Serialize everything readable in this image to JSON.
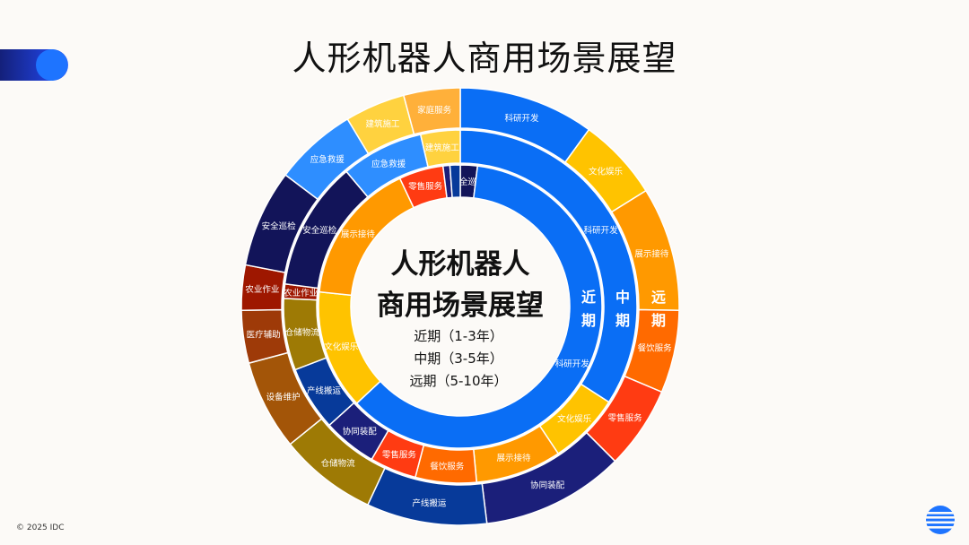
{
  "header": {
    "title": "人形机器人商用场景展望"
  },
  "center": {
    "title_lines": [
      "人形机器人",
      "商用场景展望"
    ],
    "legend": [
      "近期（1-3年）",
      "中期（3-5年）",
      "远期（5-10年）"
    ]
  },
  "ring_labels": {
    "near": "近\n期",
    "mid": "中\n期",
    "far": "远\n期"
  },
  "footer": {
    "copyright": "© 2025 IDC"
  },
  "colors": {
    "blue": "#0A6EF5",
    "light_blue": "#2E8EFF",
    "orange": "#FF9900",
    "yellow": "#FFC300",
    "red": "#FF3B12",
    "navy": "#1B1F7A",
    "dark_navy": "#121459",
    "blue_navy": "#073A9A",
    "olive": "#9E7A05",
    "brown": "#A35508",
    "dark_red": "#9E1700",
    "light_orange": "#FFB03A",
    "light_yellow": "#FFD23F",
    "background": "#FCFAF7"
  },
  "rings": [
    {
      "name": "near",
      "segments": [
        {
          "label": "安全巡检",
          "value": 5,
          "color": "#121459"
        },
        {
          "label": "科研开发",
          "value": 157,
          "color": "#0A6EF5"
        },
        {
          "label": "文化娱乐",
          "value": 35,
          "color": "#FFC300"
        },
        {
          "label": "展示接待",
          "value": 42,
          "color": "#FF9900"
        },
        {
          "label": "零售服务",
          "value": 13,
          "color": "#FF3B12"
        },
        {
          "label": "",
          "value": 2,
          "color": "#1B1F7A"
        },
        {
          "label": "",
          "value": 3,
          "color": "#073A9A"
        }
      ]
    },
    {
      "name": "mid",
      "segments": [
        {
          "label": "科研开发",
          "value": 104,
          "color": "#0A6EF5"
        },
        {
          "label": "文化娱乐",
          "value": 20,
          "color": "#FFC300"
        },
        {
          "label": "展示接待",
          "value": 24,
          "color": "#FF9900"
        },
        {
          "label": "餐饮服务",
          "value": 17,
          "color": "#FF6A00"
        },
        {
          "label": "零售服务",
          "value": 13,
          "color": "#FF3B12"
        },
        {
          "label": "协同装配",
          "value": 15,
          "color": "#1B1F7A"
        },
        {
          "label": "产线搬运",
          "value": 18,
          "color": "#073A9A"
        },
        {
          "label": "仓储物流",
          "value": 20,
          "color": "#9E7A05"
        },
        {
          "label": "农业作业",
          "value": 4,
          "color": "#9E1700"
        },
        {
          "label": "安全巡检",
          "value": 36,
          "color": "#121459"
        },
        {
          "label": "应急救援",
          "value": 23,
          "color": "#2E8EFF"
        },
        {
          "label": "建筑施工",
          "value": 11,
          "color": "#FFD23F"
        }
      ]
    },
    {
      "name": "far",
      "segments": [
        {
          "label": "科研开发",
          "value": 36,
          "color": "#0A6EF5"
        },
        {
          "label": "文化娱乐",
          "value": 22,
          "color": "#FFC300"
        },
        {
          "label": "展示接待",
          "value": 33,
          "color": "#FF9900"
        },
        {
          "label": "餐饮服务",
          "value": 22,
          "color": "#FF6A00"
        },
        {
          "label": "零售服务",
          "value": 22,
          "color": "#FF3B12"
        },
        {
          "label": "协同装配",
          "value": 38,
          "color": "#1B1F7A"
        },
        {
          "label": "产线搬运",
          "value": 32,
          "color": "#073A9A"
        },
        {
          "label": "仓储物流",
          "value": 26,
          "color": "#9E7A05"
        },
        {
          "label": "设备维护",
          "value": 24,
          "color": "#A35508"
        },
        {
          "label": "医疗辅助",
          "value": 14,
          "color": "#9E3A08"
        },
        {
          "label": "农业作业",
          "value": 12,
          "color": "#9E1700"
        },
        {
          "label": "安全巡检",
          "value": 26,
          "color": "#121459"
        },
        {
          "label": "应急救援",
          "value": 22,
          "color": "#2E8EFF"
        },
        {
          "label": "建筑施工",
          "value": 16,
          "color": "#FFD23F"
        },
        {
          "label": "家庭服务",
          "value": 15,
          "color": "#FFB03A"
        }
      ]
    }
  ]
}
